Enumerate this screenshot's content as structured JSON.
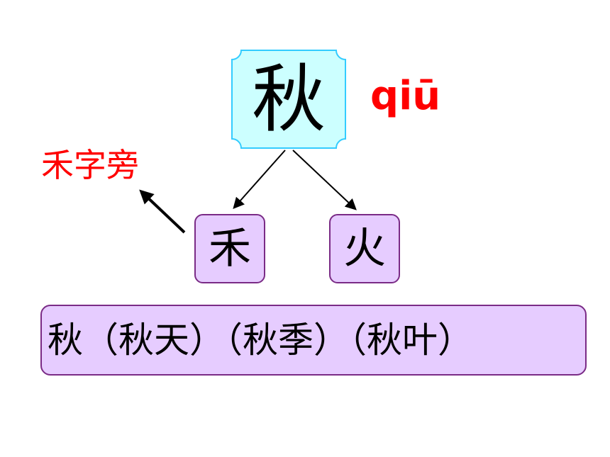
{
  "main": {
    "character": "秋",
    "pinyin": "qiū",
    "box_fill": "#ccffff",
    "box_stroke": "#33ccff"
  },
  "radical": {
    "label": "禾字旁"
  },
  "components": [
    {
      "character": "禾"
    },
    {
      "character": "火"
    }
  ],
  "words": {
    "line": "秋（秋天）（秋季）（秋叶）"
  },
  "colors": {
    "accent_red": "#ff0000",
    "part_fill": "#e6ccff",
    "part_stroke": "#7a2b86"
  }
}
